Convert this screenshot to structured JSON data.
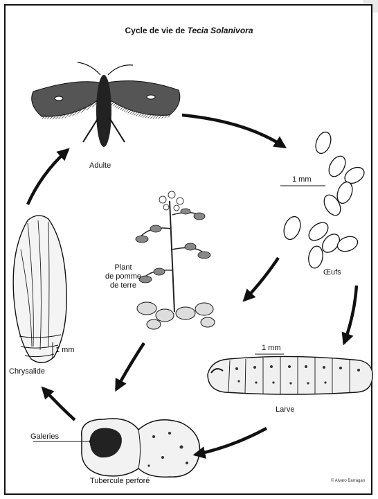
{
  "title": {
    "prefix": "Cycle de vie de",
    "species": "Tecia Solanivora"
  },
  "stages": {
    "adult": "Adulte",
    "eggs": "Œufs",
    "larva": "Larve",
    "tuber": "Tubercule perforé",
    "pupa": "Chrysalide",
    "plant_line1": "Plant",
    "plant_line2": "de pomme",
    "plant_line3": "de terre"
  },
  "annotations": {
    "galleries": "Galeries",
    "scale_eggs": "1 mm",
    "scale_larva": "1 mm",
    "scale_pupa": "1 mm"
  },
  "credit": "© Alvaro Barragan",
  "colors": {
    "ink": "#111111",
    "paper": "#ffffff"
  }
}
